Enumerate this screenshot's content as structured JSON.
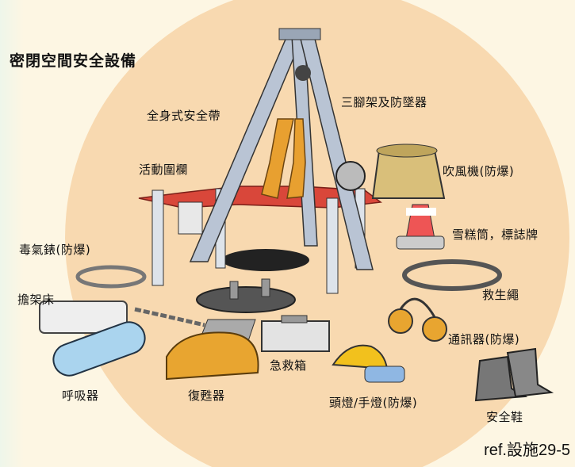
{
  "title": "密閉空間安全設備",
  "labels": {
    "harness": "全身式安全帶",
    "tripod": "三腳架及防墜器",
    "railing": "活動圍欄",
    "blower": "吹風機(防爆)",
    "gas_detector": "毒氣錶(防爆)",
    "cone": "雪糕筒，標誌牌",
    "stretcher": "擔架床",
    "rope": "救生繩",
    "comm": "通訊器(防爆)",
    "first_aid": "急救箱",
    "resuscitator": "復甦器",
    "breathing": "呼吸器",
    "lamp": "頭燈/手燈(防爆)",
    "shoes": "安全鞋"
  },
  "reference": "ref.設施29-5",
  "colors": {
    "disc": "#f8d9b0",
    "background": "#fdf6e3",
    "railing_red": "#d9473a",
    "harness_orange": "#e8a030",
    "tripod_grey": "#b9c4d4",
    "blower_tan": "#d9bf7a"
  }
}
